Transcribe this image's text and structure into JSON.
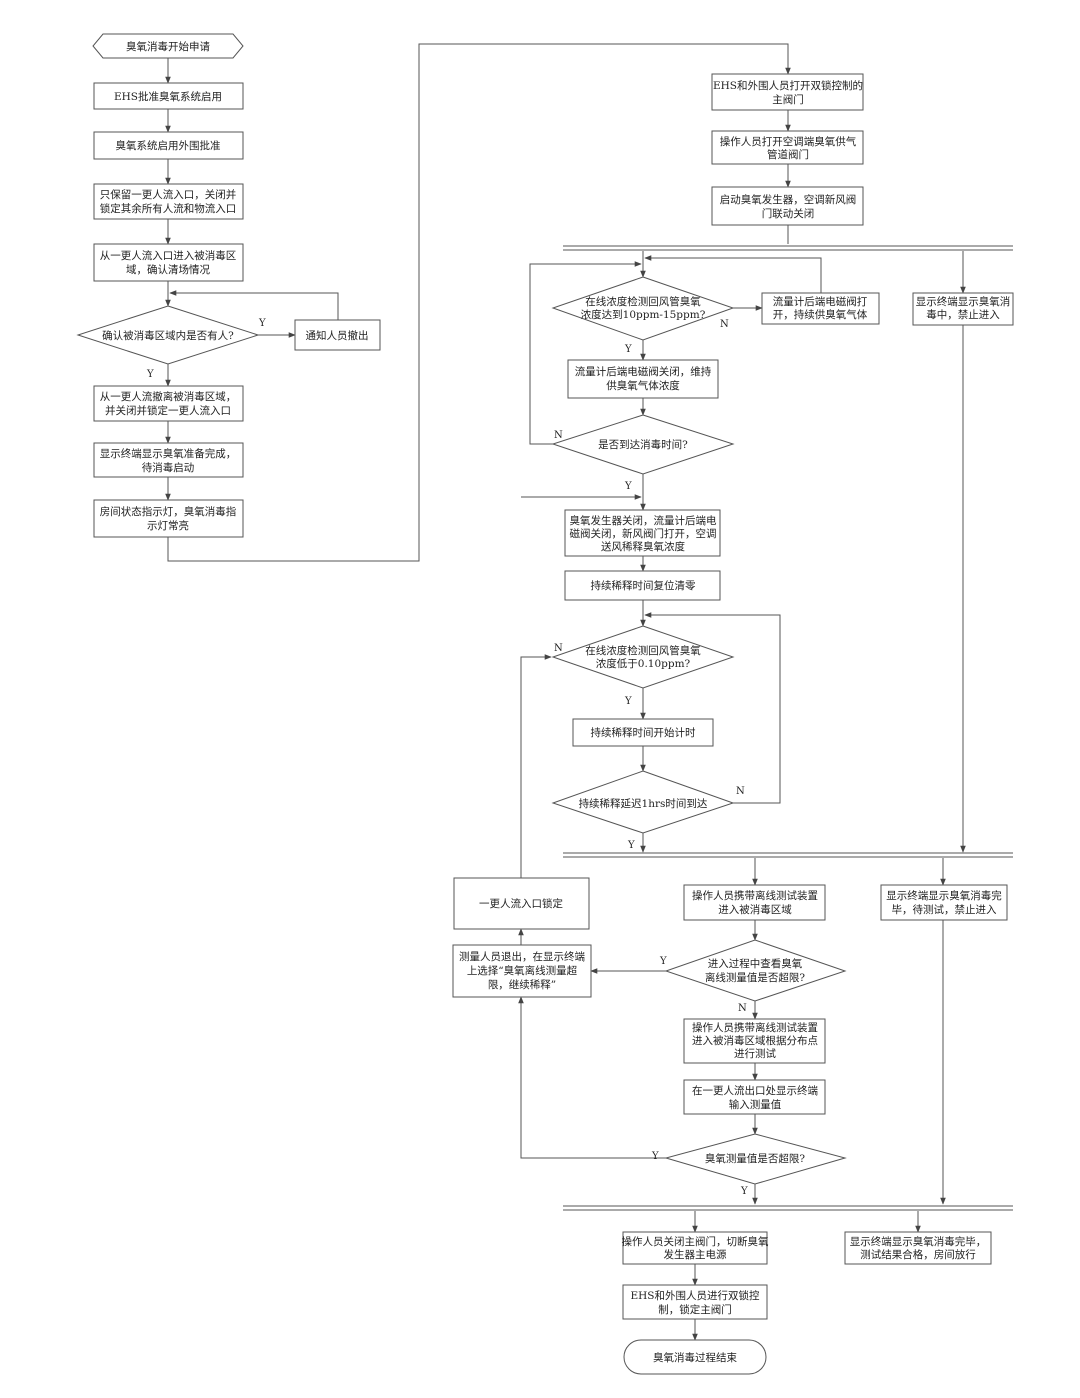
{
  "nodes": {
    "start": "臭氧消毒开始申请",
    "n1": "EHS批准臭氧系统启用",
    "n2": "臭氧系统启用外围批准",
    "n3": [
      "只保留一更人流入口，关闭并",
      "锁定其余所有人流和物流入口"
    ],
    "n4": [
      "从一更人流入口进入被消毒区",
      "域，确认清场情况"
    ],
    "d1": "确认被消毒区域内是否有人?",
    "notify": "通知人员撤出",
    "n5": [
      "从一更人流撤离被消毒区域，",
      "并关闭并锁定一更人流入口"
    ],
    "n6": [
      "显示终端显示臭氧准备完成，",
      "待消毒启动"
    ],
    "n7": [
      "房间状态指示灯，臭氧消毒指",
      "示灯常亮"
    ],
    "r1": [
      "EHS和外围人员打开双锁控制的",
      "主阀门"
    ],
    "r2": [
      "操作人员打开空调端臭氧供气",
      "管道阀门"
    ],
    "r3": [
      "启动臭氧发生器，空调新风阀",
      "门联动关闭"
    ],
    "d2": [
      "在线浓度检测回风管臭氧",
      "浓度达到10ppm-15ppm?"
    ],
    "flowOpen": [
      "流量计后端电磁阀打",
      "开，持续供臭氧气体"
    ],
    "disp1": [
      "显示终端显示臭氧消",
      "毒中，禁止进入"
    ],
    "flowClose": [
      "流量计后端电磁阀关闭，维持",
      "供臭氧气体浓度"
    ],
    "d3": "是否到达消毒时间?",
    "stopGen": [
      "臭氧发生器关闭，流量计后端电",
      "磁阀关闭，新风阀门打开，空调",
      "送风稀释臭氧浓度"
    ],
    "reset": "持续稀释时间复位清零",
    "d4": [
      "在线浓度检测回风管臭氧",
      "浓度低于0.10ppm?"
    ],
    "startTimer": "持续稀释时间开始计时",
    "d5": "持续稀释延迟1hrs时间到达",
    "lockEntry": "一更人流入口锁定",
    "carryIn": [
      "操作人员携带离线测试装置",
      "进入被消毒区域"
    ],
    "disp2": [
      "显示终端显示臭氧消毒完",
      "毕，待测试，禁止进入"
    ],
    "measureExit": [
      "测量人员退出，在显示终端",
      "上选择“臭氧离线测量超",
      "限，继续稀释”"
    ],
    "d6": [
      "进入过程中查看臭氧",
      "离线测量值是否超限?"
    ],
    "carryTest": [
      "操作人员携带离线测试装置",
      "进入被消毒区域根据分布点",
      "进行测试"
    ],
    "inputVal": [
      "在一更人流出口处显示终端",
      "输入测量值"
    ],
    "d7": "臭氧测量值是否超限?",
    "closeMain": [
      "操作人员关闭主阀门，切断臭氧",
      "发生器主电源"
    ],
    "disp3": [
      "显示终端显示臭氧消毒完毕，",
      "测试结果合格，房间放行"
    ],
    "lockMain": [
      "EHS和外围人员进行双锁控",
      "制，锁定主阀门"
    ],
    "end": "臭氧消毒过程结束"
  },
  "labels": {
    "yes": "Y",
    "no": "N"
  }
}
